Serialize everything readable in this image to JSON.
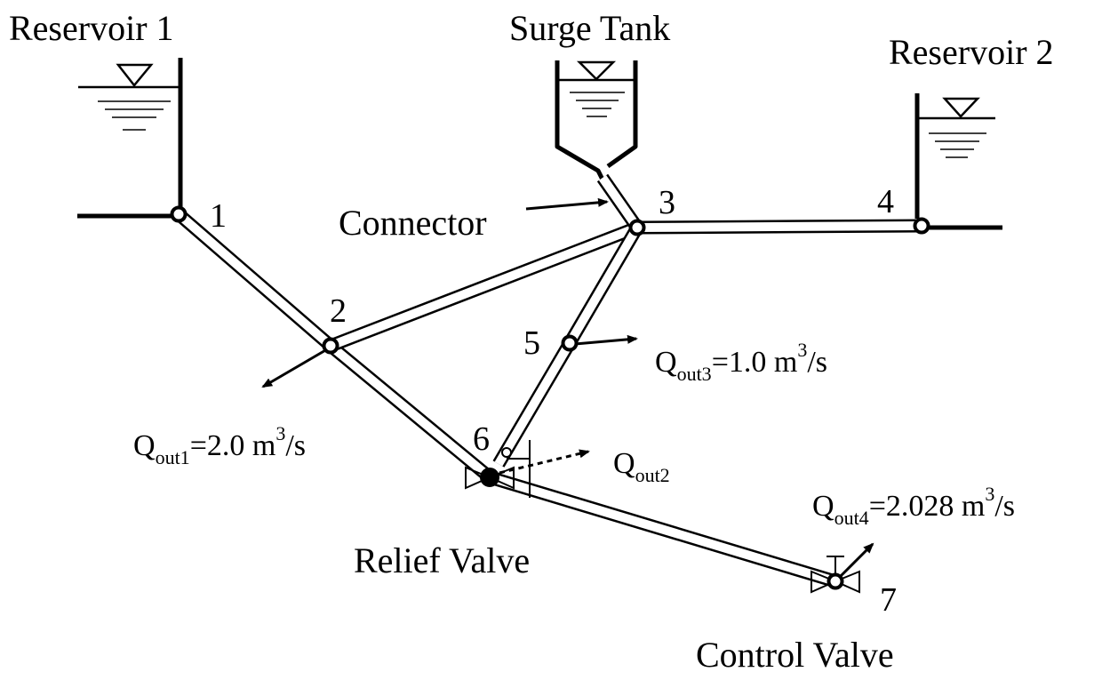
{
  "labels": {
    "reservoir1": "Reservoir 1",
    "surge_tank": "Surge Tank",
    "reservoir2": "Reservoir 2",
    "connector": "Connector",
    "relief_valve": "Relief Valve",
    "control_valve": "Control Valve"
  },
  "nodes": [
    {
      "id": "1",
      "label": "1"
    },
    {
      "id": "2",
      "label": "2"
    },
    {
      "id": "3",
      "label": "3"
    },
    {
      "id": "4",
      "label": "4"
    },
    {
      "id": "5",
      "label": "5"
    },
    {
      "id": "6",
      "label": "6"
    },
    {
      "id": "7",
      "label": "7"
    }
  ],
  "outflows": {
    "qout1": {
      "symbol": "Q",
      "sub": "out1",
      "value": "=2.0 m",
      "exp": "3",
      "unit": "/s"
    },
    "qout2": {
      "symbol": "Q",
      "sub": "out2"
    },
    "qout3": {
      "symbol": "Q",
      "sub": "out3",
      "value": "=1.0 m",
      "exp": "3",
      "unit": "/s"
    },
    "qout4": {
      "symbol": "Q",
      "sub": "out4",
      "value": "=2.028 m",
      "exp": "3",
      "unit": "/s"
    }
  }
}
